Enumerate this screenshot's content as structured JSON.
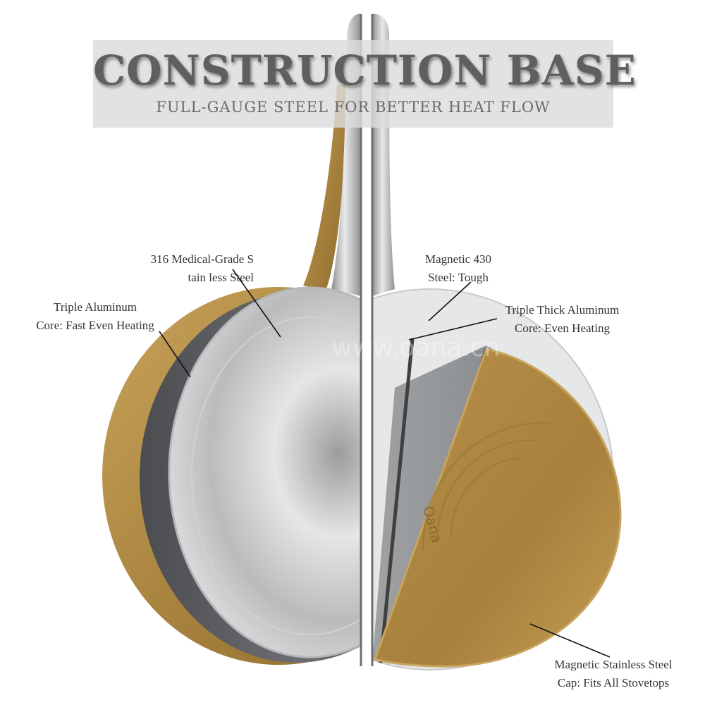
{
  "header": {
    "title": "CONSTRUCTION BASE",
    "subtitle": "FULL-GAUGE STEEL FOR BETTER HEAT FLOW"
  },
  "labels": {
    "steel316": {
      "line1": "316 Medical-Grade S",
      "line2": "tain less Steel"
    },
    "triple_aluminum": {
      "line1": "Triple Aluminum",
      "line2": "Core: Fast Even Heating"
    },
    "magnetic430": {
      "line1": "Magnetic 430",
      "line2": "Steel: Tough"
    },
    "triple_thick": {
      "line1": "Triple Thick Aluminum",
      "line2": "Core: Even Heating"
    },
    "cap": {
      "line1": "Magnetic Stainless Steel",
      "line2": "Cap: Fits All Stovetops"
    }
  },
  "watermark": "www.oana.cn",
  "base_stamp": "Oana",
  "colors": {
    "copper": "#b08a44",
    "dark_steel": "#5a5b5e",
    "steel": "#c9cbcd",
    "banner": "#dcdcdc"
  }
}
